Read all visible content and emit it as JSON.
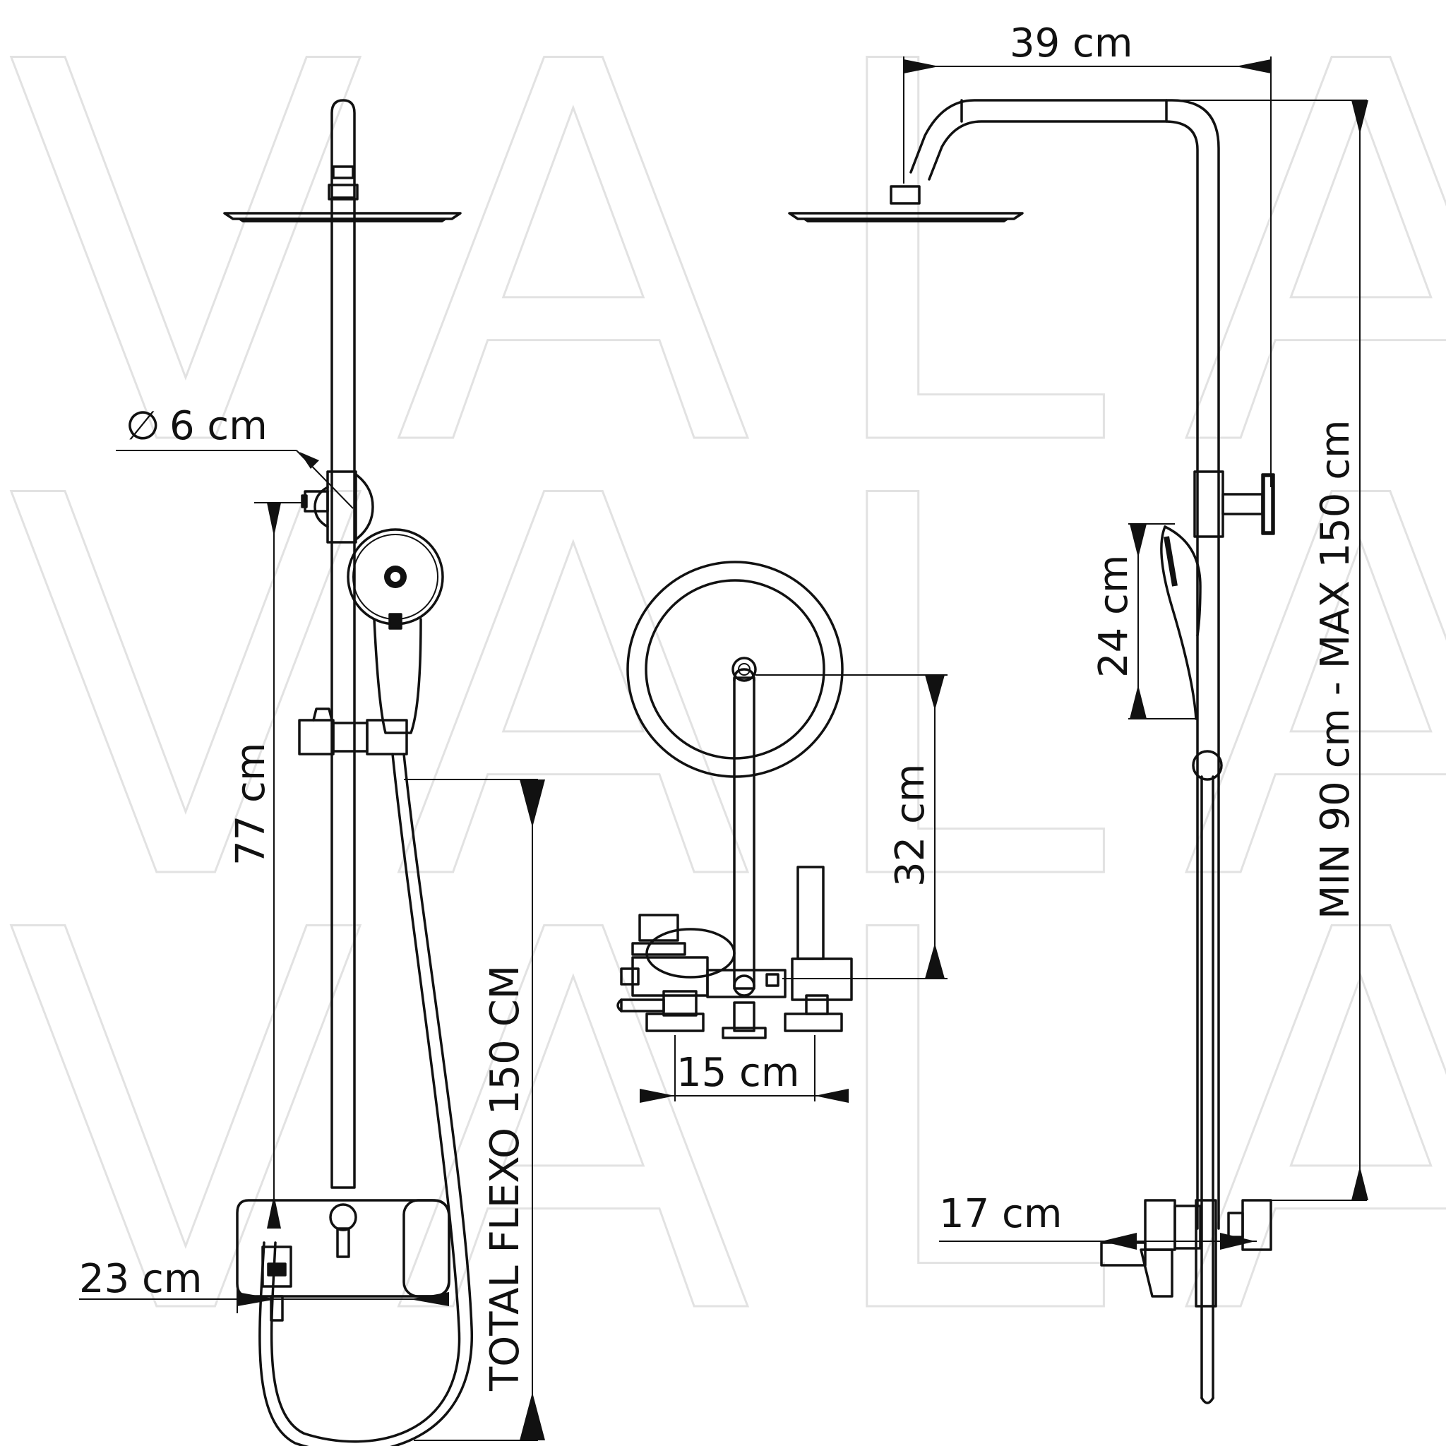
{
  "watermark": {
    "text": "VALAZ",
    "color": "#d9d9d9"
  },
  "dimensions": {
    "diameter_symbol": "∅",
    "diameter": "6 cm",
    "arm_length": "39 cm",
    "bar_height": "77 cm",
    "hose_length": "TOTAL FLEXO 150 CM",
    "mixer_width": "23 cm",
    "spout_height": "32 cm",
    "inlet_spacing": "15 cm",
    "handshower_length": "24 cm",
    "height_range": "MIN 90 cm - MAX 150 cm",
    "wall_offset": "17 cm"
  },
  "icons": {
    "rain_head": "rain-shower-head-icon",
    "hand_shower": "hand-shower-icon",
    "mixer": "thermostatic-mixer-icon"
  }
}
